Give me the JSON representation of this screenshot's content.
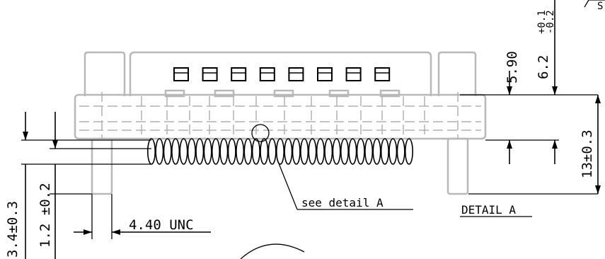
{
  "dimensions": {
    "d_590": "5.90",
    "d_62": "6.2",
    "d_62_tol_upper": "+0.1",
    "d_62_tol_lower": "-0.2",
    "d_13": "13±0.3",
    "d_34": "3.4±0.3",
    "d_12": "1.2 ±0.2",
    "d_unc": "4.40 UNC"
  },
  "notes": {
    "see_detail": "see detail A",
    "detail_a": "DETAIL A",
    "corner_fragment": "S"
  },
  "counts": {
    "top_pads": 8,
    "contacts": 33
  }
}
